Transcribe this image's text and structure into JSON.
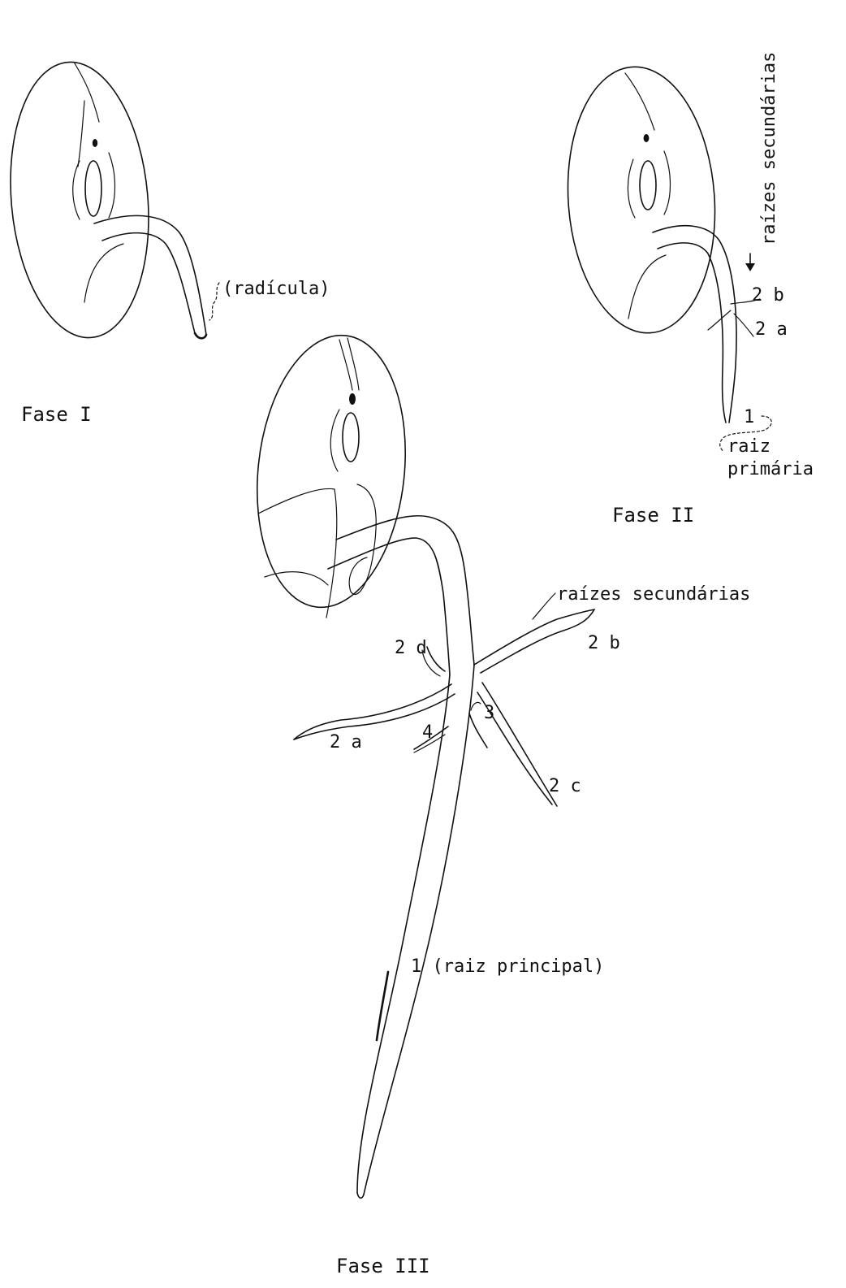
{
  "figure": {
    "phase1": {
      "caption": "Fase I",
      "radicle_label": "(radícula)"
    },
    "phase2": {
      "caption": "Fase II",
      "secondary_roots_label": "raízes secundárias",
      "label_2b": "2 b",
      "label_2a": "2 a",
      "label_1": "1",
      "primary_root_label_line1": "raiz",
      "primary_root_label_line2": "primária"
    },
    "phase3": {
      "caption": "Fase III",
      "secondary_roots_label": "raízes secundárias",
      "label_2b": "2 b",
      "label_2d": "2 d",
      "label_2a": "2 a",
      "label_3": "3",
      "label_4": "4",
      "label_2c": "2 c",
      "main_root_label": "1 (raiz principal)"
    }
  }
}
